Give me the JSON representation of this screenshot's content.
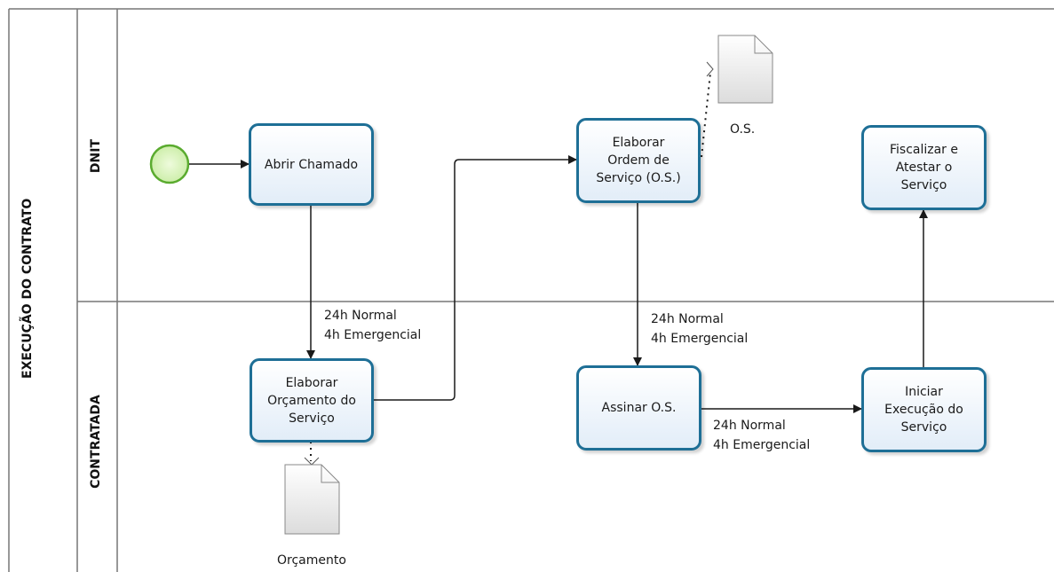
{
  "pool": {
    "label": "EXECUÇÃO DO CONTRATO",
    "lanes": [
      {
        "id": "dnit",
        "label": "DNIT"
      },
      {
        "id": "contratada",
        "label": "CONTRATADA"
      }
    ]
  },
  "tasks": {
    "abrir_chamado": "Abrir Chamado",
    "elaborar_orcamento": "Elaborar\nOrçamento do\nServiço",
    "elaborar_os": "Elaborar\nOrdem de\nServiço (O.S.)",
    "assinar_os": "Assinar O.S.",
    "iniciar_execucao": "Iniciar\nExecução do\nServiço",
    "fiscalizar": "Fiscalizar e\nAtestar o\nServiço"
  },
  "documents": {
    "os": "O.S.",
    "orcamento": "Orçamento"
  },
  "flow_labels": {
    "chamado_to_orcamento": {
      "line1": "24h Normal",
      "line2": "4h Emergencial"
    },
    "os_to_assinar": {
      "line1": "24h Normal",
      "line2": "4h Emergencial"
    },
    "assinar_to_iniciar": {
      "line1": "24h Normal",
      "line2": "4h Emergencial"
    }
  },
  "colors": {
    "task_border": "#1e6f96",
    "start_event_border": "#5aab2f",
    "start_event_fill": "#d8f2b4",
    "lines": "#1a1a1a"
  }
}
